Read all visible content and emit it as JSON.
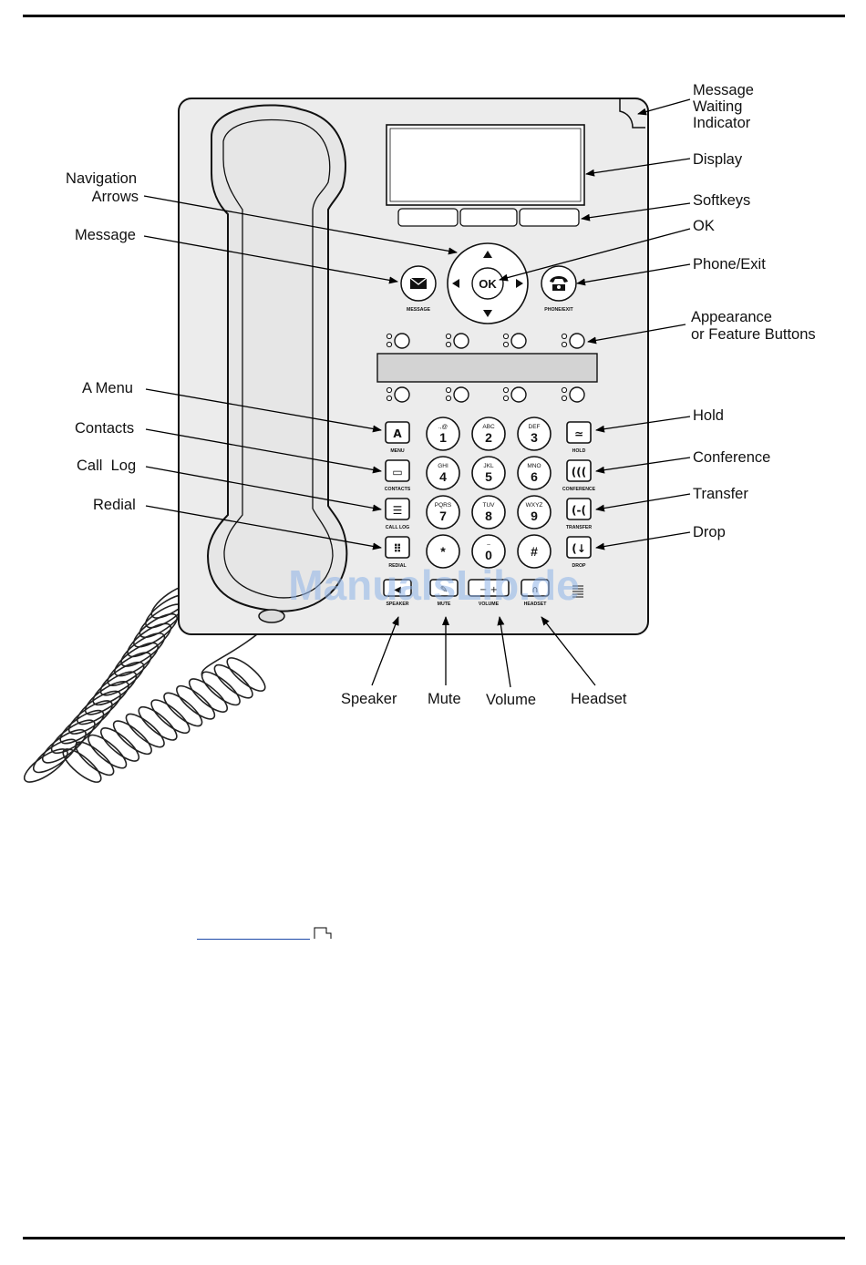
{
  "callouts": {
    "mwi": [
      "Message",
      "Waiting",
      "Indicator"
    ],
    "display": "Display",
    "softkeys": "Softkeys",
    "ok": "OK",
    "phone_exit": "Phone/Exit",
    "appearance": [
      "Appearance",
      "or Feature Buttons"
    ],
    "hold": "Hold",
    "conference": "Conference",
    "transfer": "Transfer",
    "drop": "Drop",
    "nav_arrows": [
      "Navigation",
      "Arrows"
    ],
    "message": "Message",
    "a_menu": "A Menu",
    "contacts": "Contacts",
    "call_log": "Call  Log",
    "redial": "Redial",
    "speaker": "Speaker",
    "mute": "Mute",
    "volume": "Volume",
    "headset": "Headset"
  },
  "phone_labels": {
    "message": "MESSAGE",
    "phone_exit": "PHONE/EXIT",
    "menu": "MENU",
    "contacts": "CONTACTS",
    "call_log": "CALL LOG",
    "redial": "REDIAL",
    "hold": "HOLD",
    "conference": "CONFERENCE",
    "transfer": "TRANSFER",
    "drop": "DROP",
    "speaker": "SPEAKER",
    "mute": "MUTE",
    "volume": "VOLUME",
    "headset": "HEADSET",
    "ok": "OK"
  },
  "keypad": [
    {
      "digit": "1",
      "letters": ".,@"
    },
    {
      "digit": "2",
      "letters": "ABC"
    },
    {
      "digit": "3",
      "letters": "DEF"
    },
    {
      "digit": "4",
      "letters": "GHI"
    },
    {
      "digit": "5",
      "letters": "JKL"
    },
    {
      "digit": "6",
      "letters": "MNO"
    },
    {
      "digit": "7",
      "letters": "PQRS"
    },
    {
      "digit": "8",
      "letters": "TUV"
    },
    {
      "digit": "9",
      "letters": "WXYZ"
    },
    {
      "digit": "*",
      "letters": ""
    },
    {
      "digit": "0",
      "letters": "–"
    },
    {
      "digit": "#",
      "letters": ""
    }
  ],
  "watermark": "ManualsLib.de"
}
